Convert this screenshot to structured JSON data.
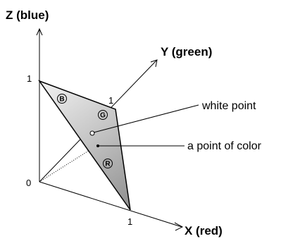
{
  "axes": {
    "z_title": "Z (blue)",
    "y_title": "Y (green)",
    "x_title": "X (red)"
  },
  "ticks": {
    "z_one": "1",
    "y_one": "1",
    "x_one": "1",
    "origin": "0"
  },
  "vertex_badges": {
    "blue": "B",
    "green": "G",
    "red": "R"
  },
  "annotations": {
    "white_point": "white point",
    "color_point": "a point of color"
  },
  "colors": {
    "triangle_fill_light": "#f2f2f2",
    "triangle_fill_dark": "#8e8e8e",
    "stroke": "#000000"
  }
}
